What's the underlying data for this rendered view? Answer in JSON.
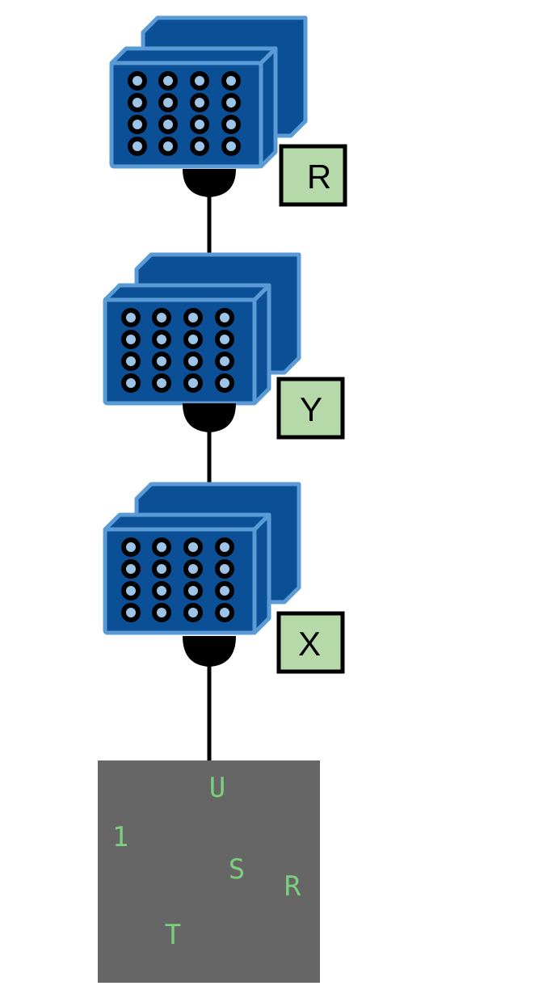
{
  "diagram": {
    "layers": [
      {
        "label": "R"
      },
      {
        "label": "Y"
      },
      {
        "label": "X"
      }
    ],
    "screen": {
      "characters": [
        "U",
        "1",
        "S",
        "R",
        "T"
      ]
    }
  },
  "colors": {
    "module_face": "#0B4F96",
    "module_edge": "#5B9BD5",
    "dot_fill": "#9DC3E6",
    "dot_ring": "#000000",
    "label_box_fill": "#B5D9A8",
    "label_box_border": "#000000",
    "connector": "#000000",
    "screen_background": "#666666",
    "screen_text": "#7CCF7C"
  }
}
